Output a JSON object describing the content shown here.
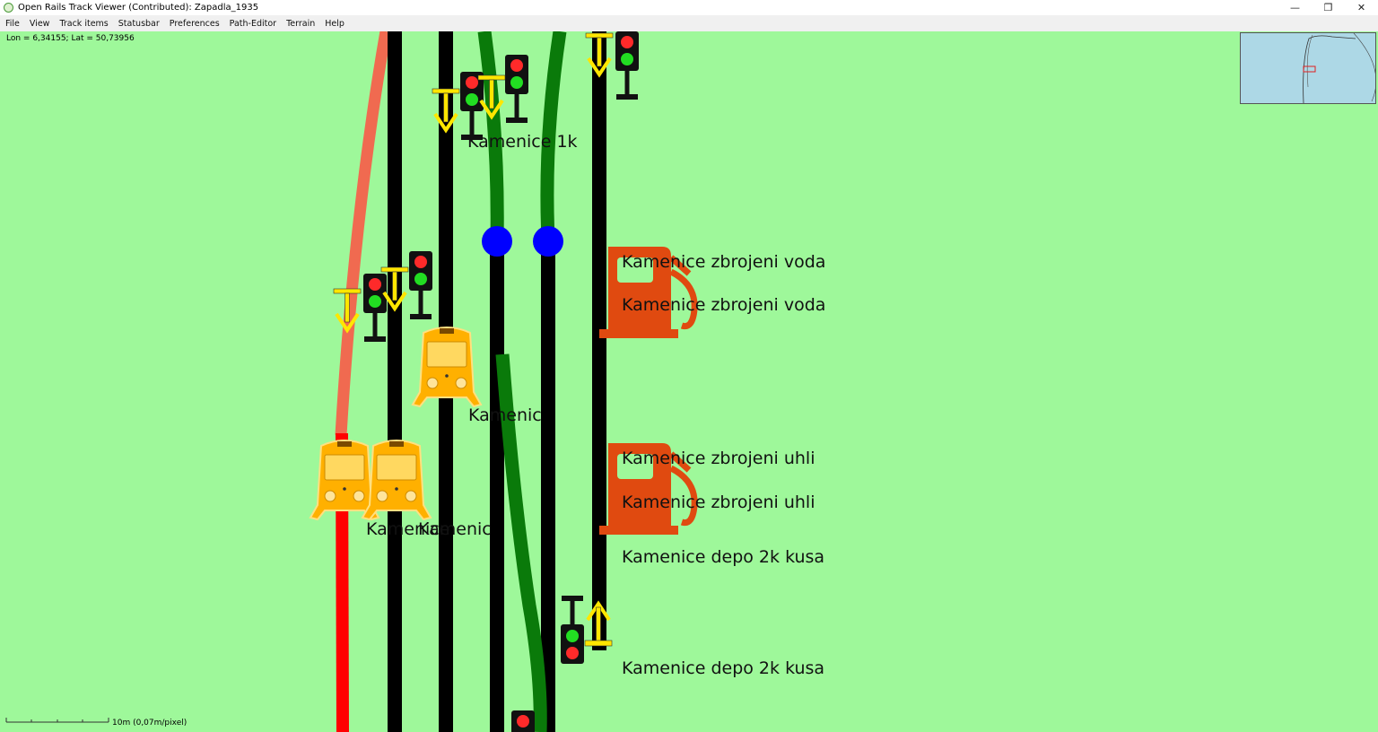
{
  "window": {
    "title": "Open Rails Track Viewer (Contributed): Zapadla_1935",
    "minimize_glyph": "—",
    "maximize_glyph": "❐",
    "close_glyph": "✕"
  },
  "menu": {
    "items": [
      "File",
      "View",
      "Track items",
      "Statusbar",
      "Preferences",
      "Path-Editor",
      "Terrain",
      "Help"
    ]
  },
  "status": {
    "coords": "Lon = 6,34155; Lat = 50,73956",
    "scale": "10m (0,07m/pixel)"
  },
  "labels": {
    "signal_1k": "Kamenice 1k",
    "water_1": "Kamenice zbrojeni voda",
    "water_2": "Kamenice zbrojeni voda",
    "platform_1": "Kamenic",
    "platform_2": "Kamenice",
    "platform_3": "Kamenic",
    "coal_1": "Kamenice  zbrojeni uhli",
    "coal_2": "Kamenice  zbrojeni uhli",
    "depot_1": "Kamenice depo 2k kusa",
    "depot_2": "Kamenice depo 2k kusa"
  },
  "colors": {
    "background": "#9ef89a",
    "track": "#000000",
    "selected_path": "#ff0000",
    "path_faded": "#f06a50",
    "siding": "#0a7a0a",
    "junction": "#0000ff",
    "fuel": "#e04a10",
    "platform": "#ffb000",
    "signal_arrow": "#ffe600",
    "minimap": "#add8e6"
  },
  "icons": {
    "signal": "railway-signal-icon",
    "fuel": "fuel-pump-icon",
    "platform": "train-front-icon",
    "junction": "junction-dot-icon"
  }
}
